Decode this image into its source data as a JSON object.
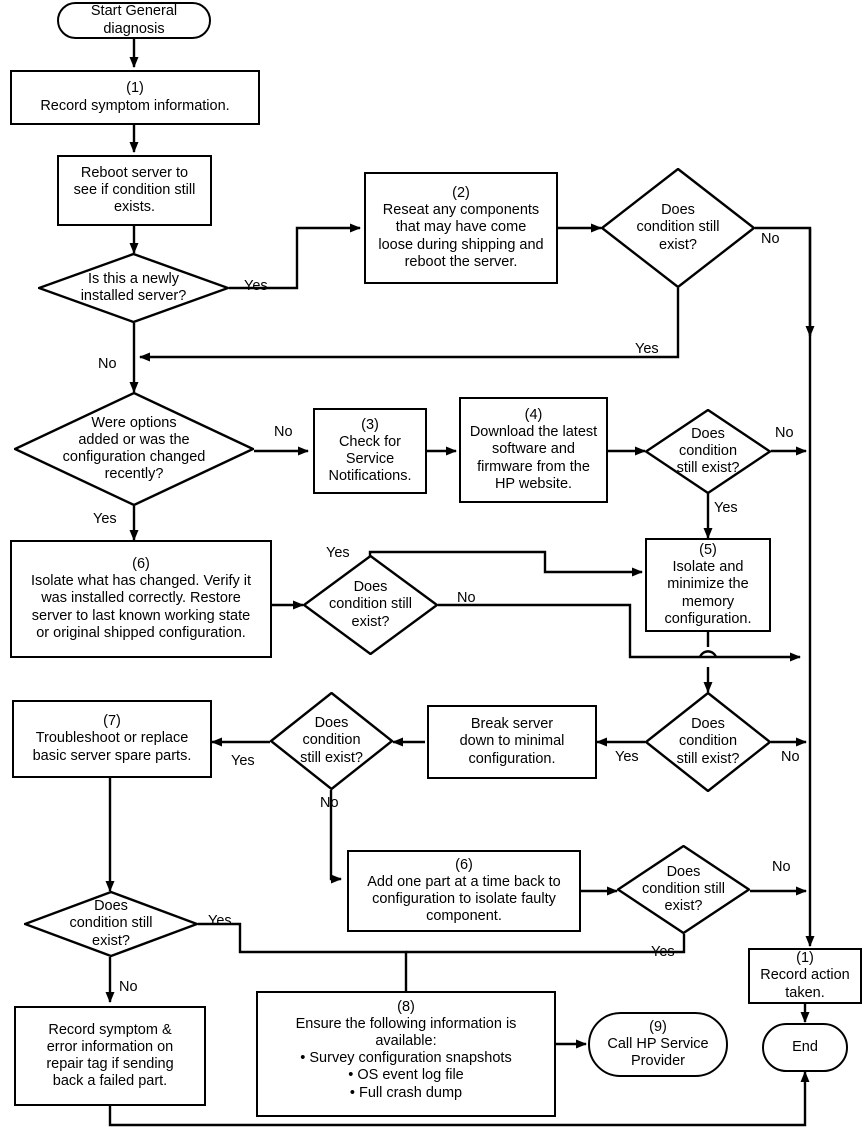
{
  "diagram": {
    "title": "General diagnosis flowchart",
    "type": "flowchart",
    "stroke_color": "#000000",
    "background_color": "#ffffff"
  },
  "nodes": {
    "start": {
      "shape": "terminator",
      "text": "Start General\ndiagnosis"
    },
    "record_symptom": {
      "shape": "process",
      "step": "(1)",
      "text": "Record symptom information."
    },
    "reboot": {
      "shape": "process",
      "step": "",
      "text": "Reboot server to\nsee if condition still\nexists."
    },
    "newly_installed": {
      "shape": "decision",
      "text": "Is this a newly\ninstalled server?"
    },
    "reseat": {
      "shape": "process",
      "step": "(2)",
      "text": "Reseat any components\nthat may have come\nloose during shipping and\nreboot the server."
    },
    "cond_a": {
      "shape": "decision",
      "text": "Does\ncondition still\nexist?"
    },
    "options_added": {
      "shape": "decision",
      "text": "Were options\nadded or was the\nconfiguration changed\nrecently?"
    },
    "check_notifications": {
      "shape": "process",
      "step": "(3)",
      "text": "Check for\nService\nNotifications."
    },
    "download_firmware": {
      "shape": "process",
      "step": "(4)",
      "text": "Download the latest\nsoftware and\nfirmware from the\nHP website."
    },
    "cond_b": {
      "shape": "decision",
      "text": "Does\ncondition\nstill exist?"
    },
    "isolate_changed": {
      "shape": "process",
      "step": "(6)",
      "text": "Isolate what has changed. Verify it\nwas installed correctly.  Restore\nserver to last known working state\nor original shipped configuration."
    },
    "cond_c": {
      "shape": "decision",
      "text": "Does\ncondition still\nexist?"
    },
    "minimize_memory": {
      "shape": "process",
      "step": "(5)",
      "text": "Isolate and\nminimize the\nmemory\nconfiguration."
    },
    "cond_d": {
      "shape": "decision",
      "text": "Does\ncondition\nstill exist?"
    },
    "break_down": {
      "shape": "process",
      "step": "",
      "text": "Break server\ndown to minimal\nconfiguration."
    },
    "cond_e": {
      "shape": "decision",
      "text": "Does\ncondition\nstill exist?"
    },
    "troubleshoot": {
      "shape": "process",
      "step": "(7)",
      "text": "Troubleshoot or replace\nbasic server spare parts."
    },
    "add_one_part": {
      "shape": "process",
      "step": "(6)",
      "text": "Add one part at a time back to\nconfiguration to isolate faulty\ncomponent."
    },
    "cond_f": {
      "shape": "decision",
      "text": "Does\ncondition still\nexist?"
    },
    "cond_g": {
      "shape": "decision",
      "text": "Does\ncondition still\nexist?"
    },
    "record_error": {
      "shape": "process",
      "step": "",
      "text": "Record symptom &\nerror information on\nrepair tag if sending\nback a failed part."
    },
    "ensure_info": {
      "shape": "process",
      "step": "(8)",
      "text": "Ensure the following information is\navailable:",
      "bullets": [
        "• Survey configuration snapshots",
        "• OS event log file",
        "• Full crash dump"
      ]
    },
    "call_hp": {
      "shape": "terminator",
      "step": "(9)",
      "text": "Call HP Service\nProvider"
    },
    "record_action": {
      "shape": "process",
      "step": "(1)",
      "text": "Record action\ntaken."
    },
    "end": {
      "shape": "terminator",
      "text": "End"
    }
  },
  "edge_labels": {
    "newly_installed_yes": "Yes",
    "newly_installed_no": "No",
    "cond_a_no": "No",
    "cond_a_yes": "Yes",
    "options_no": "No",
    "options_yes": "Yes",
    "cond_b_no": "No",
    "cond_b_yes": "Yes",
    "cond_c_yes": "Yes",
    "cond_c_no": "No",
    "cond_d_yes": "Yes",
    "cond_d_no": "No",
    "cond_e_yes": "Yes",
    "cond_e_no": "No",
    "cond_f_no": "No",
    "cond_f_yes": "Yes",
    "cond_g_yes": "Yes",
    "cond_g_no": "No"
  }
}
